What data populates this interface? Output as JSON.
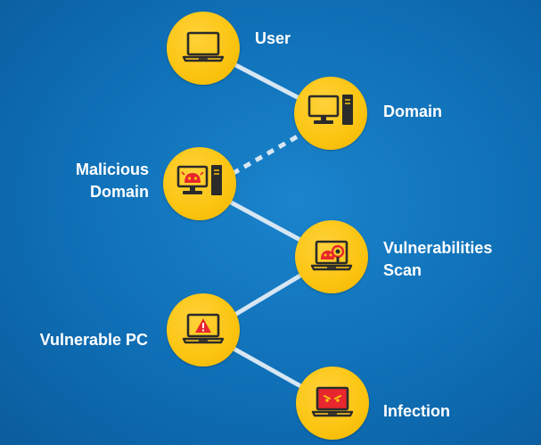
{
  "nodes": [
    {
      "id": "user",
      "label_lines": [
        "User"
      ],
      "icon": "laptop-icon"
    },
    {
      "id": "domain",
      "label_lines": [
        "Domain"
      ],
      "icon": "desktop-computer-icon"
    },
    {
      "id": "malicious_domain",
      "label_lines": [
        "Malicious",
        "Domain"
      ],
      "icon": "malicious-desktop-icon"
    },
    {
      "id": "vulnerabilities_scan",
      "label_lines": [
        "Vulnerabilities",
        "Scan"
      ],
      "icon": "bug-scan-laptop-icon"
    },
    {
      "id": "vulnerable_pc",
      "label_lines": [
        "Vulnerable PC"
      ],
      "icon": "warning-laptop-icon"
    },
    {
      "id": "infection",
      "label_lines": [
        "Infection"
      ],
      "icon": "infected-laptop-icon"
    }
  ],
  "edges": [
    {
      "from": "user",
      "to": "domain",
      "style": "solid"
    },
    {
      "from": "domain",
      "to": "malicious_domain",
      "style": "dashed"
    },
    {
      "from": "malicious_domain",
      "to": "vulnerabilities_scan",
      "style": "solid"
    },
    {
      "from": "vulnerabilities_scan",
      "to": "vulnerable_pc",
      "style": "solid"
    },
    {
      "from": "vulnerable_pc",
      "to": "infection",
      "style": "solid"
    }
  ],
  "colors": {
    "background": "#0f6fb6",
    "node_fill": "#fbc410",
    "icon_stroke": "#2b2b2b",
    "threat_red": "#e8262d",
    "link": "#d6e6f3",
    "label_text": "#ffffff"
  }
}
